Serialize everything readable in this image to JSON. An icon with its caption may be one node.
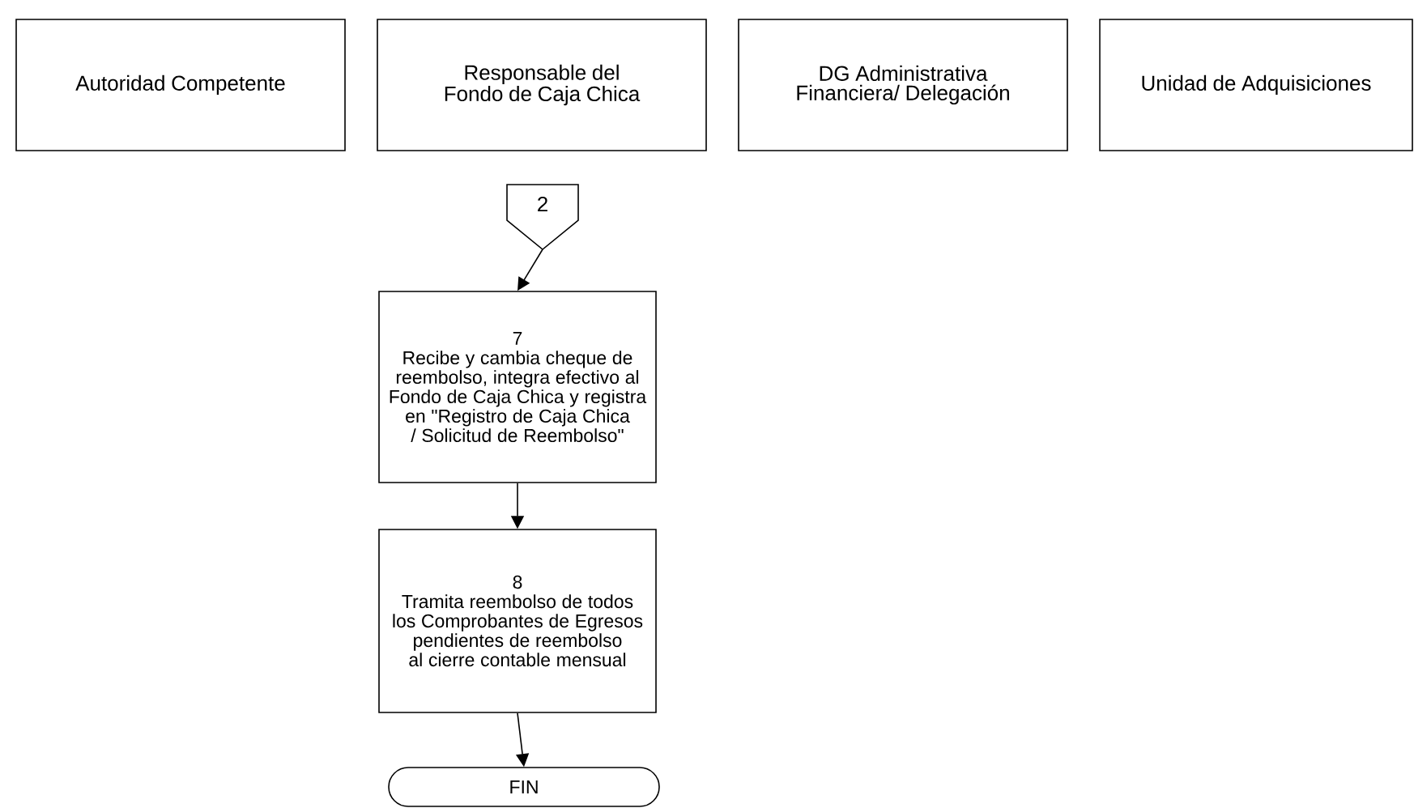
{
  "diagram": {
    "nodes": [
      {
        "text": [
          "Autoridad Competente"
        ]
      },
      {
        "text": [
          "Responsable del Fondo de Caja Chica"
        ]
      },
      {
        "text": [
          "DG Administrativa Financiera/ Delegación"
        ]
      },
      {
        "text": [
          "Unidad de Adquisiciones"
        ]
      },
      {
        "text": [
          "2"
        ]
      },
      {
        "text": [
          "7",
          "Recibe y cambia cheque de reembolso, integra efectivo al Fondo de Caja Chica y registra en \"Registro de Caja Chica / Solicitud de Reembolso\""
        ]
      },
      {
        "text": [
          "8",
          "Tramita reembolso de todos los Comprobantes de Egresos pendientes de reembolso al cierre contable mensual"
        ]
      },
      {
        "text": [
          "FIN"
        ]
      }
    ],
    "edges": [
      {
        "from": 4,
        "to": 5,
        "arrow": "to"
      },
      {
        "from": 5,
        "to": 6,
        "arrow": "to"
      },
      {
        "from": 6,
        "to": 7,
        "arrow": "to"
      }
    ]
  }
}
